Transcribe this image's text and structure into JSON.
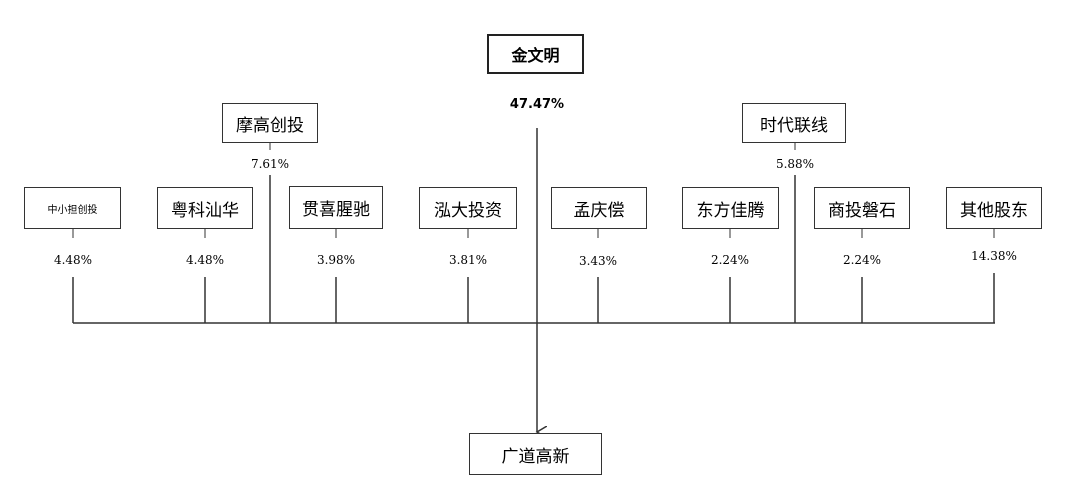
{
  "controller": {
    "name": "金文明",
    "pct": "47.47%"
  },
  "target": {
    "name": "广道高新"
  },
  "upper_holders": [
    {
      "name": "摩高创投",
      "pct": "7.61%"
    },
    {
      "name": "时代联线",
      "pct": "5.88%"
    }
  ],
  "lower_holders": [
    {
      "name": "中小担创投",
      "pct": "4.48%"
    },
    {
      "name": "粤科汕华",
      "pct": "4.48%"
    },
    {
      "name": "贯喜腥驰",
      "pct": "3.98%"
    },
    {
      "name": "泓大投资",
      "pct": "3.81%"
    },
    {
      "name": "孟庆偿",
      "pct": "3.43%"
    },
    {
      "name": "东方佳腾",
      "pct": "2.24%"
    },
    {
      "name": "商投磐石",
      "pct": "2.24%"
    },
    {
      "name": "其他股东",
      "pct": "14.38%"
    }
  ],
  "colors": {
    "line": "#333333",
    "border": "#333333",
    "background": "#ffffff"
  }
}
